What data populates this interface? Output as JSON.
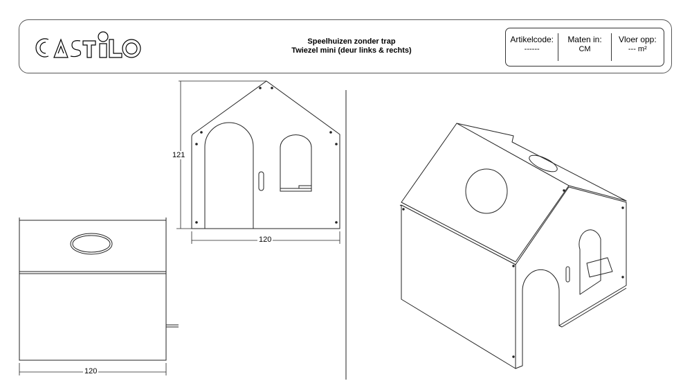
{
  "header": {
    "logo_text": "CASTILO",
    "title_line1": "Speelhuizen zonder trap",
    "title_line2": "Twiezel mini (deur links & rechts)",
    "info": [
      {
        "label": "Artikelcode:",
        "value": "------"
      },
      {
        "label": "Maten in:",
        "value": "CM"
      },
      {
        "label": "Vloer opp:",
        "value": "--- m²"
      }
    ]
  },
  "front_view": {
    "height_dim": "121",
    "width_dim": "120"
  },
  "side_view": {
    "width_dim": "120"
  }
}
